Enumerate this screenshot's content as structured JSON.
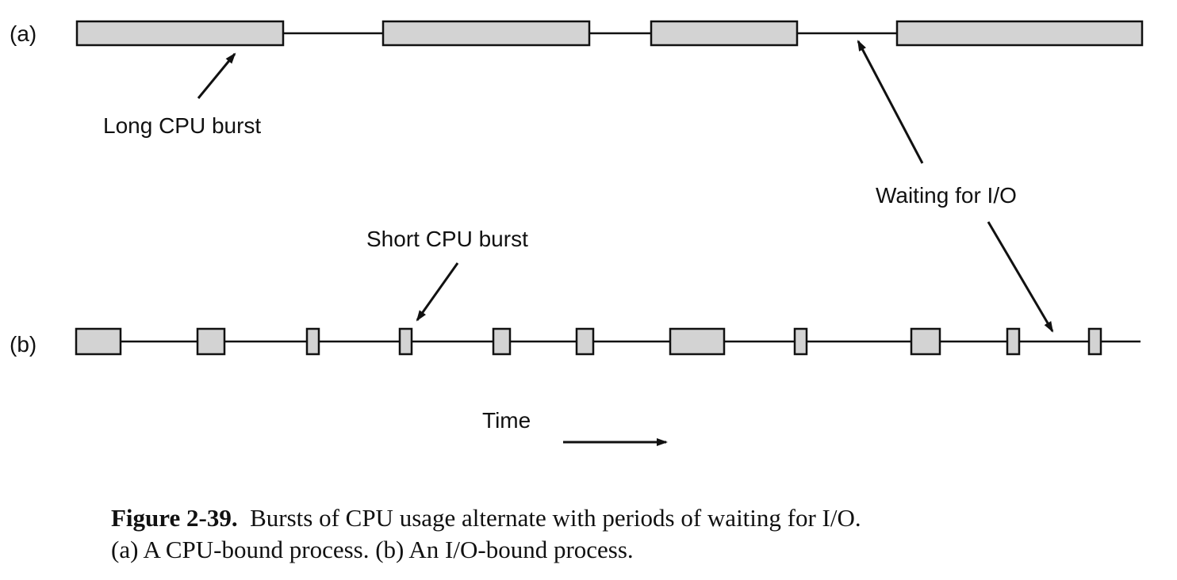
{
  "colors": {
    "burst_fill": "#d3d3d3",
    "stroke": "#111111",
    "background": "#ffffff"
  },
  "rows": {
    "a": {
      "label": "(a)"
    },
    "b": {
      "label": "(b)"
    }
  },
  "annotations": {
    "long_burst": "Long CPU burst",
    "short_burst": "Short CPU burst",
    "waiting_io": "Waiting for I/O",
    "time": "Time"
  },
  "caption": {
    "figure_label": "Figure 2-39.",
    "line1_rest": "Bursts of CPU usage alternate with periods of waiting for I/O.",
    "line2": "(a) A CPU-bound process. (b) An I/O-bound process."
  }
}
